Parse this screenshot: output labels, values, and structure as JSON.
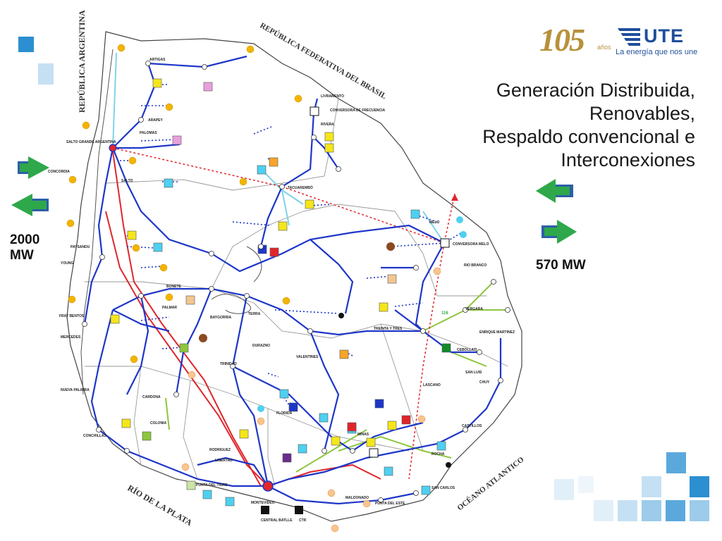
{
  "title": {
    "line1": "Generación Distribuida,",
    "line2": "Renovables,",
    "line3": "Respaldo convencional e",
    "line4": "Interconexiones"
  },
  "logo": {
    "anniversary": "105",
    "anos": "años",
    "brand": "UTE",
    "tagline": "La energía que nos une"
  },
  "interconnections": {
    "argentina_mw": "2000",
    "argentina_unit": "MW",
    "brasil_mw": "570 MW"
  },
  "regions": {
    "argentina": "REPÚBLICA ARGENTINA",
    "brasil": "REPÚBLICA FEDERATIVA DEL BRASIL",
    "rio_plata": "RÍO DE LA PLATA",
    "oceano": "OCÉANO ATLANTICO"
  },
  "colors": {
    "line_blue": "#1e36c8",
    "line_red": "#e0262b",
    "line_green": "#8dc63f",
    "line_lightblue": "#7fd3e8",
    "plant_yellow": "#f5e61a",
    "plant_cyan": "#4fd0f0",
    "plant_orange": "#f7a529",
    "arrow_green": "#2ea84a",
    "tile_blue": "#2c8fd1"
  },
  "map_labels": {
    "salto_grande": "SALTO GRANDE ARGENTINA",
    "concordia": "CONCORDIA",
    "paysandu": "PAYSANDU",
    "salto": "SALTO",
    "rivera": "RIVERA",
    "tacuarembo": "TACUAREMBÓ",
    "melo": "MELO",
    "treinta_tres": "TREINTA Y TRES",
    "rocha": "ROCHA",
    "montevideo": "MONTEVIDEO",
    "colonia": "COLONIA",
    "mercedes": "MERCEDES",
    "durazno": "DURAZNO",
    "florida": "FLORIDA",
    "minas": "MINAS",
    "maldonado": "MALDONADO",
    "punta_del_este": "PUNTA DEL ESTE",
    "artigas": "ARTIGAS",
    "fray_bentos": "FRAY BENTOS",
    "nueva_palmira": "NUEVA PALMIRA",
    "rio_branco": "RIO BRANCO",
    "livramento": "LIVRAMENTO",
    "conversora_rivera": "CONVERSORA DE FRECUENCIA",
    "conversora_melo": "CONVERSORA MELO",
    "palmar": "PALMAR",
    "baygorria": "BAYGORRIA",
    "terra": "TERRA",
    "bonete": "BONETE",
    "central_batlle": "CENTRAL BATLLE",
    "ctr": "CTR",
    "punta_tigre": "PUNTA DEL TIGRE",
    "san_carlos": "SAN CARLOS",
    "san_luis": "SAN LUIS",
    "chuy": "CHUY",
    "castillos": "CASTILLOS",
    "rodriguez": "RODRIGUEZ",
    "libertad": "LIBERTAD",
    "trinidad": "TRINIDAD",
    "young": "YOUNG",
    "carmelo": "CONCHILLAS",
    "cardona": "CARDONA",
    "valentines": "VALENTINES",
    "vergara": "VERGARA",
    "cebollati": "CEBOLLATI",
    "lascano": "LASCANO",
    "enrique_martinez": "ENRIQUE MARTINEZ",
    "arapey": "ARAPEY",
    "palomas": "PALOMAS",
    "count_116": "116"
  }
}
